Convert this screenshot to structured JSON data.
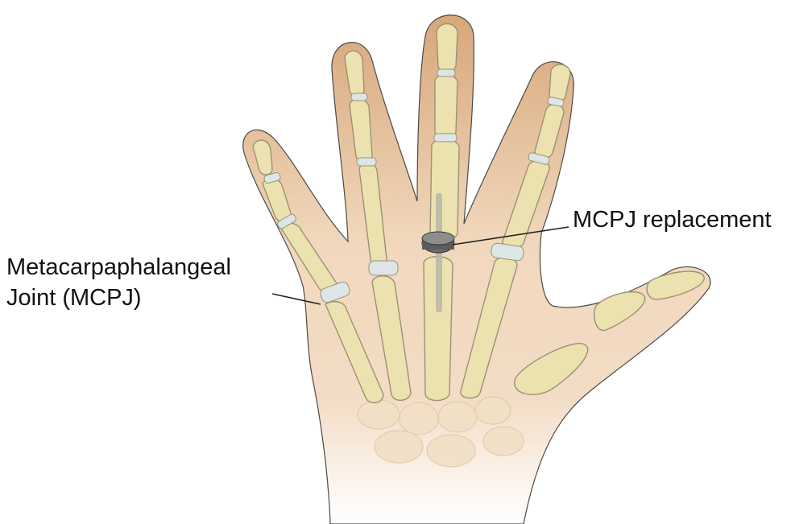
{
  "labels": {
    "mcpj_line1": "Metacarpaphalangeal",
    "mcpj_line2": "Joint (MCPJ)",
    "replacement": "MCPJ replacement"
  },
  "colors": {
    "skin_dark": "#d9a878",
    "skin_light": "#f6e3cf",
    "bone_fill": "#ece2b0",
    "bone_stroke": "#9b9273",
    "cartilage": "#dde6e6",
    "implant": "#6b6b6b",
    "leader_line": "#222222"
  }
}
